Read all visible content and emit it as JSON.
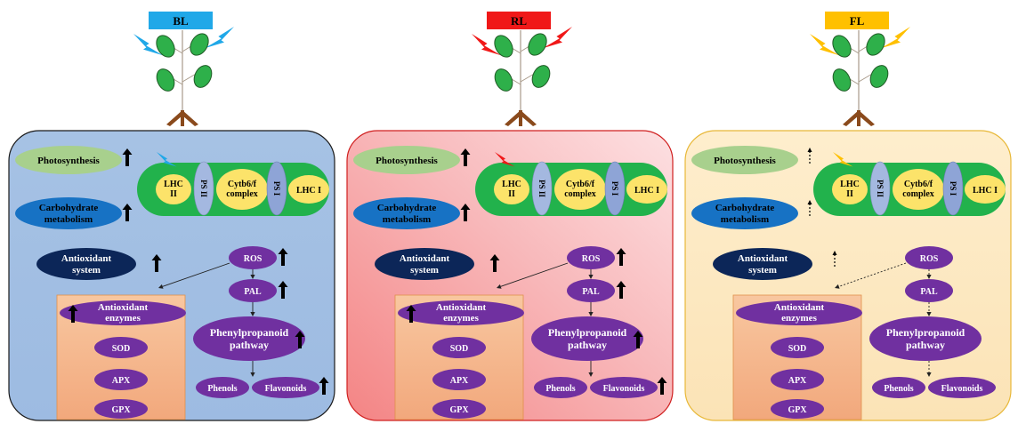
{
  "panels": [
    {
      "light_label": "BL",
      "light_color": "#20a8e8",
      "bg_color": "#a9c4e4",
      "border_color": "#1a1a1a",
      "photosynthesis": "Photosynthesis",
      "carb_line1": "Carbohydrate",
      "carb_line2": "metabolism",
      "lhc2_line1": "LHC",
      "lhc2_line2": "II",
      "ps2": "PS II",
      "cytb_line1": "Cytb6/f",
      "cytb_line2": "complex",
      "ps1": "PS I",
      "lhc1": "LHC I",
      "antiox_line1": "Antioxidant",
      "antiox_line2": "system",
      "ros": "ROS",
      "pal": "PAL",
      "enzymes_line1": "Antioxidant",
      "enzymes_line2": "enzymes",
      "sod": "SOD",
      "apx": "APX",
      "gpx": "GPX",
      "phenyl_line1": "Phenylpropanoid",
      "phenyl_line2": "pathway",
      "phenols": "Phenols",
      "flavonoids": "Flavonoids",
      "arrow_style": "up"
    },
    {
      "light_label": "RL",
      "light_color": "#f01818",
      "bg_color": "#f6aeb0",
      "border_color": "#d02020",
      "photosynthesis": "Photosynthesis",
      "carb_line1": "Carbohydrate",
      "carb_line2": "metabolism",
      "lhc2_line1": "LHC",
      "lhc2_line2": "II",
      "ps2": "PS II",
      "cytb_line1": "Cytb6/f",
      "cytb_line2": "complex",
      "ps1": "PS I",
      "lhc1": "LHC I",
      "antiox_line1": "Antioxidant",
      "antiox_line2": "system",
      "ros": "ROS",
      "pal": "PAL",
      "enzymes_line1": "Antioxidant",
      "enzymes_line2": "enzymes",
      "sod": "SOD",
      "apx": "APX",
      "gpx": "GPX",
      "phenyl_line1": "Phenylpropanoid",
      "phenyl_line2": "pathway",
      "phenols": "Phenols",
      "flavonoids": "Flavonoids",
      "arrow_style": "up"
    },
    {
      "light_label": "FL",
      "light_color": "#ffc000",
      "bg_color": "#fde9c4",
      "border_color": "#e8b838",
      "photosynthesis": "Photosynthesis",
      "carb_line1": "Carbohydrate",
      "carb_line2": "metabolism",
      "lhc2_line1": "LHC",
      "lhc2_line2": "II",
      "ps2": "PS II",
      "cytb_line1": "Cytb6/f",
      "cytb_line2": "complex",
      "ps1": "PS I",
      "lhc1": "LHC I",
      "antiox_line1": "Antioxidant",
      "antiox_line2": "system",
      "ros": "ROS",
      "pal": "PAL",
      "enzymes_line1": "Antioxidant",
      "enzymes_line2": "enzymes",
      "sod": "SOD",
      "apx": "APX",
      "gpx": "GPX",
      "phenyl_line1": "Phenylpropanoid",
      "phenyl_line2": "pathway",
      "phenols": "Phenols",
      "flavonoids": "Flavonoids",
      "arrow_style": "dotted"
    }
  ],
  "colors": {
    "green_leaf": "#2eb04a",
    "chloroplast": "#22b24c",
    "lhc_yellow": "#fce36a",
    "ps_blue": "#a4b8e0",
    "ps1_blue": "#8ea4d6",
    "photosyn_green": "#a8d08d",
    "carb_blue": "#1772c4",
    "antiox_navy": "#0c2658",
    "purple": "#7030a0",
    "enzyme_box": "#f4b183",
    "root_brown": "#8a4a1c"
  }
}
